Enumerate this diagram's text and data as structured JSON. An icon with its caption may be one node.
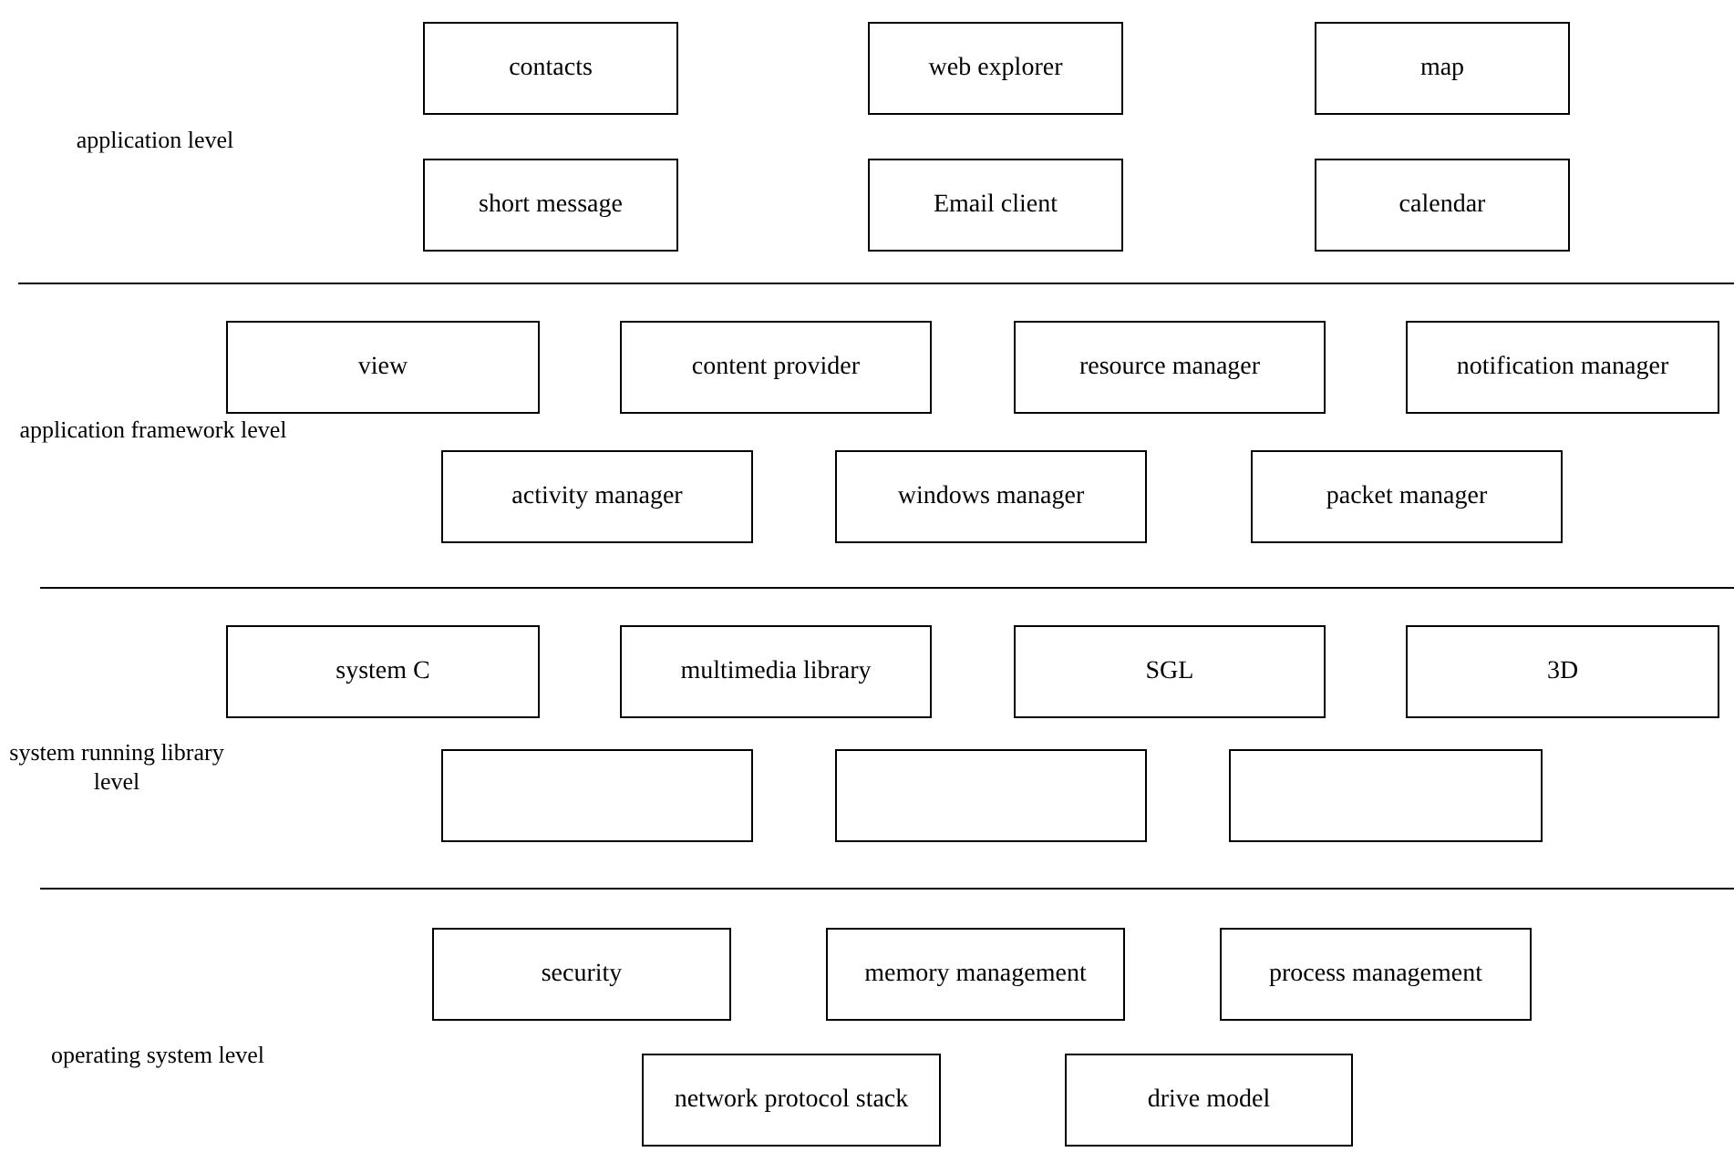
{
  "diagram": {
    "nodes": [
      {
        "text": [
          "contacts"
        ]
      },
      {
        "text": [
          "web explorer"
        ]
      },
      {
        "text": [
          "map"
        ]
      },
      {
        "text": [
          "short message"
        ]
      },
      {
        "text": [
          "Email client"
        ]
      },
      {
        "text": [
          "calendar"
        ]
      },
      {
        "text": [
          "view"
        ]
      },
      {
        "text": [
          "content provider"
        ]
      },
      {
        "text": [
          "resource manager"
        ]
      },
      {
        "text": [
          "notification manager"
        ]
      },
      {
        "text": [
          "activity manager"
        ]
      },
      {
        "text": [
          "windows manager"
        ]
      },
      {
        "text": [
          "packet manager"
        ]
      },
      {
        "text": [
          "system C"
        ]
      },
      {
        "text": [
          "multimedia library"
        ]
      },
      {
        "text": [
          "SGL"
        ]
      },
      {
        "text": [
          "3D"
        ]
      },
      {
        "text": [],
        "shape": "box"
      },
      {
        "text": [],
        "shape": "box"
      },
      {
        "text": [],
        "shape": "box"
      },
      {
        "text": [
          "security"
        ]
      },
      {
        "text": [
          "memory management"
        ]
      },
      {
        "text": [
          "process management"
        ]
      },
      {
        "text": [
          "network protocol stack"
        ]
      },
      {
        "text": [
          "drive model"
        ]
      }
    ],
    "labels": [
      "application level",
      "application framework level",
      "system running library level",
      "operating system level"
    ]
  }
}
